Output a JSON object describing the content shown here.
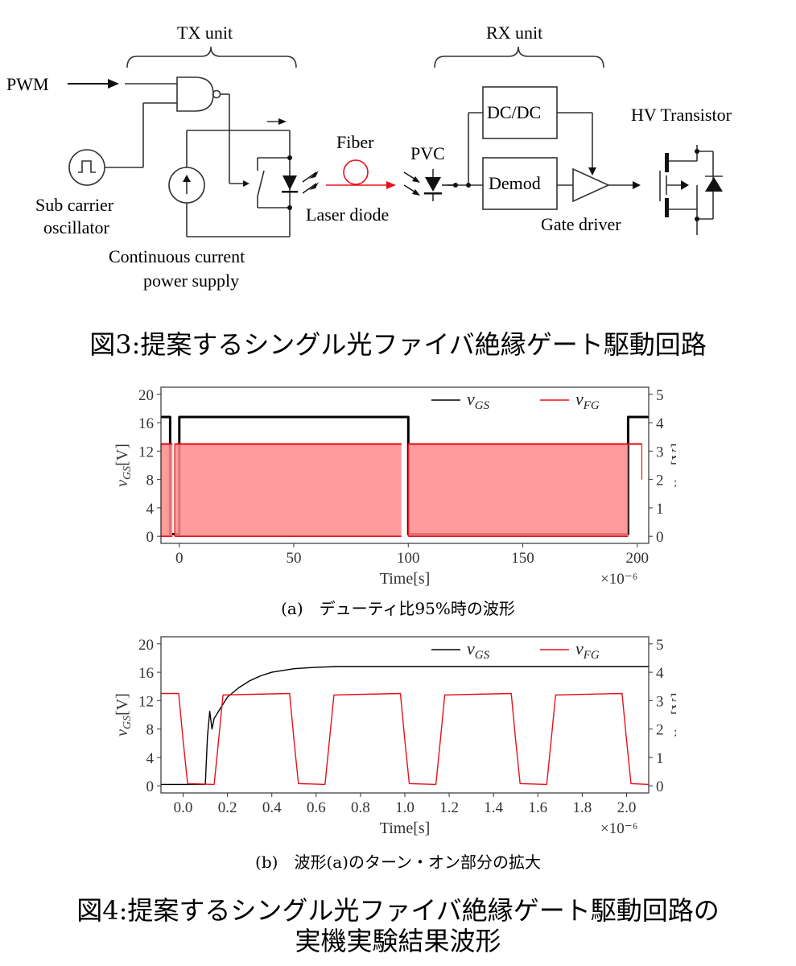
{
  "figure3": {
    "labels": {
      "tx_unit": "TX unit",
      "rx_unit": "RX unit",
      "pwm": "PWM",
      "sub_carrier_1": "Sub carrier",
      "sub_carrier_2": "oscillator",
      "cc_supply_1": "Continuous current",
      "cc_supply_2": "power supply",
      "fiber": "Fiber",
      "laser_diode": "Laser diode",
      "pvc": "PVC",
      "dcdc": "DC/DC",
      "demod": "Demod",
      "gate_driver": "Gate driver",
      "hv_transistor": "HV Transistor"
    },
    "caption": "図3:提案するシングル光ファイバ絶縁ゲート駆動回路"
  },
  "chart_data": [
    {
      "type": "line",
      "subcaption": "(a)　デューティ比95%時の波形",
      "xlabel": "Time[s]",
      "x_multiplier": "×10⁻⁶",
      "xlim": [
        -8,
        205
      ],
      "xticks": [
        "0",
        "50",
        "100",
        "150",
        "200"
      ],
      "ylabel_left": "vGS[V]",
      "ylabel_right": "vFG[V]",
      "ylim_left": [
        -1,
        21
      ],
      "ylim_right": [
        -0.25,
        5.25
      ],
      "yticks_left": [
        "0",
        "4",
        "8",
        "12",
        "16",
        "20"
      ],
      "yticks_right": [
        "0",
        "1",
        "2",
        "3",
        "4",
        "5"
      ],
      "legend_placement": "top-right",
      "series": [
        {
          "name": "vGS",
          "axis": "left",
          "color": "#000000",
          "x": [
            -8,
            -4,
            -4,
            0,
            0,
            100,
            100,
            196,
            196,
            205
          ],
          "y": [
            16.8,
            16.8,
            0.3,
            0.3,
            16.8,
            16.8,
            0.3,
            0.3,
            16.8,
            16.8
          ]
        },
        {
          "name": "vFG",
          "axis": "right",
          "color": "#e8101a",
          "envelope": true,
          "segments": [
            {
              "x_start": -8,
              "x_end": -3,
              "high": 3.25,
              "low": 0
            },
            {
              "x_start": -2,
              "x_end": 97,
              "high": 3.25,
              "low": 0
            },
            {
              "x_start": 100,
              "x_end": 196,
              "high": 3.25,
              "low": 0
            },
            {
              "x_start": 196,
              "x_end": 202,
              "high": 3.25,
              "low": 3.25
            }
          ]
        }
      ]
    },
    {
      "type": "line",
      "subcaption": "(b)　波形(a)のターン・オン部分の拡大",
      "xlabel": "Time[s]",
      "x_multiplier": "×10⁻⁶",
      "xlim": [
        -0.1,
        2.1
      ],
      "xticks": [
        "0.0",
        "0.2",
        "0.4",
        "0.6",
        "0.8",
        "1.0",
        "1.2",
        "1.4",
        "1.6",
        "1.8",
        "2.0"
      ],
      "ylabel_left": "vGS[V]",
      "ylabel_right": "vFG[V]",
      "ylim_left": [
        -1,
        21
      ],
      "ylim_right": [
        -0.25,
        5.25
      ],
      "yticks_left": [
        "0",
        "4",
        "8",
        "12",
        "16",
        "20"
      ],
      "yticks_right": [
        "0",
        "1",
        "2",
        "3",
        "4",
        "5"
      ],
      "legend_placement": "top-right",
      "series": [
        {
          "name": "vGS",
          "axis": "left",
          "color": "#000000",
          "x": [
            -0.1,
            0.1,
            0.11,
            0.12,
            0.13,
            0.14,
            0.16,
            0.18,
            0.2,
            0.25,
            0.3,
            0.35,
            0.4,
            0.5,
            0.6,
            0.7,
            0.8,
            1.0,
            1.5,
            2.1
          ],
          "y": [
            0.2,
            0.2,
            7.0,
            10.5,
            8.0,
            9.5,
            10.5,
            11.5,
            12.5,
            13.8,
            14.8,
            15.5,
            16.0,
            16.5,
            16.7,
            16.8,
            16.8,
            16.8,
            16.8,
            16.8
          ]
        },
        {
          "name": "vFG",
          "axis": "right",
          "color": "#e8101a",
          "x": [
            -0.1,
            -0.02,
            0.0,
            0.02,
            0.14,
            0.16,
            0.18,
            0.48,
            0.5,
            0.52,
            0.64,
            0.66,
            0.68,
            0.98,
            1.0,
            1.02,
            1.14,
            1.16,
            1.18,
            1.48,
            1.5,
            1.52,
            1.64,
            1.66,
            1.68,
            1.98,
            2.0,
            2.02,
            2.1
          ],
          "y": [
            3.25,
            3.25,
            1.6,
            0.08,
            0.05,
            1.6,
            3.2,
            3.25,
            1.6,
            0.08,
            0.05,
            1.6,
            3.2,
            3.25,
            1.6,
            0.08,
            0.05,
            1.6,
            3.2,
            3.25,
            1.6,
            0.08,
            0.05,
            1.6,
            3.2,
            3.25,
            1.6,
            0.08,
            0.05
          ]
        }
      ]
    }
  ],
  "figure4": {
    "caption_line1": "図4:提案するシングル光ファイバ絶縁ゲート駆動回路の",
    "caption_line2": "実機実験結果波形"
  }
}
